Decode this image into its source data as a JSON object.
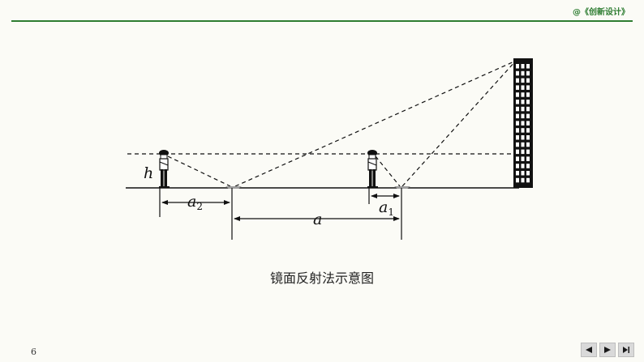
{
  "brand": "@《创新设计》",
  "caption": "镜面反射法示意图",
  "page_number": "6",
  "labels": {
    "h": "h",
    "a2_base": "a",
    "a2_sub": "2",
    "a_base": "a",
    "a1_base": "a",
    "a1_sub": "1"
  },
  "nav": {
    "prev_icon": "triangle-left-icon",
    "next_icon": "triangle-right-icon",
    "end_icon": "skip-to-end-icon"
  }
}
